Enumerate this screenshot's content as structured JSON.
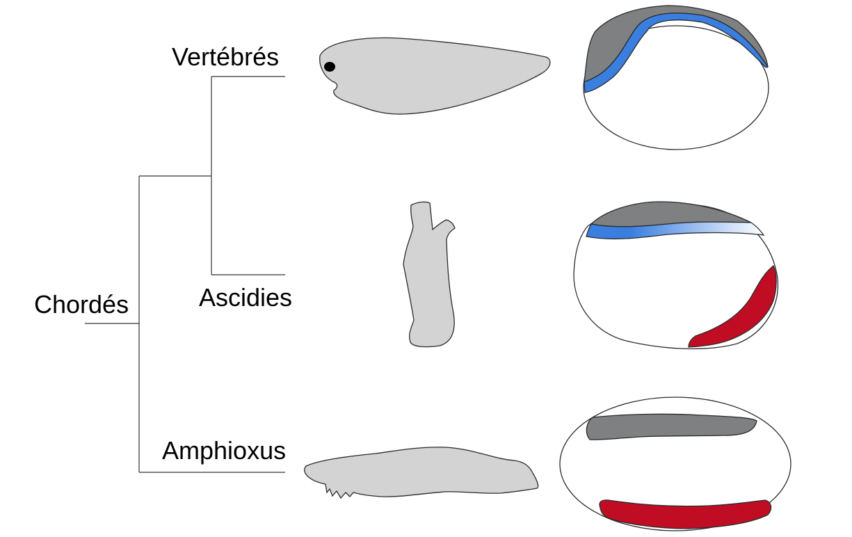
{
  "labels": {
    "root": "Chordés",
    "vertebrates": "Vertébrés",
    "ascidians": "Ascidies",
    "amphioxus": "Amphioxus"
  },
  "colors": {
    "body_fill": "#d3d3d4",
    "eye": "#000000",
    "gray_region": "#7f8082",
    "blue_region": "#3a7fe0",
    "red_region": "#c00d24",
    "embryo_fill": "#ffffff"
  },
  "icons": [
    "tadpole-silhouette",
    "ascidian-silhouette",
    "amphioxus-silhouette",
    "embryo-diagram"
  ]
}
